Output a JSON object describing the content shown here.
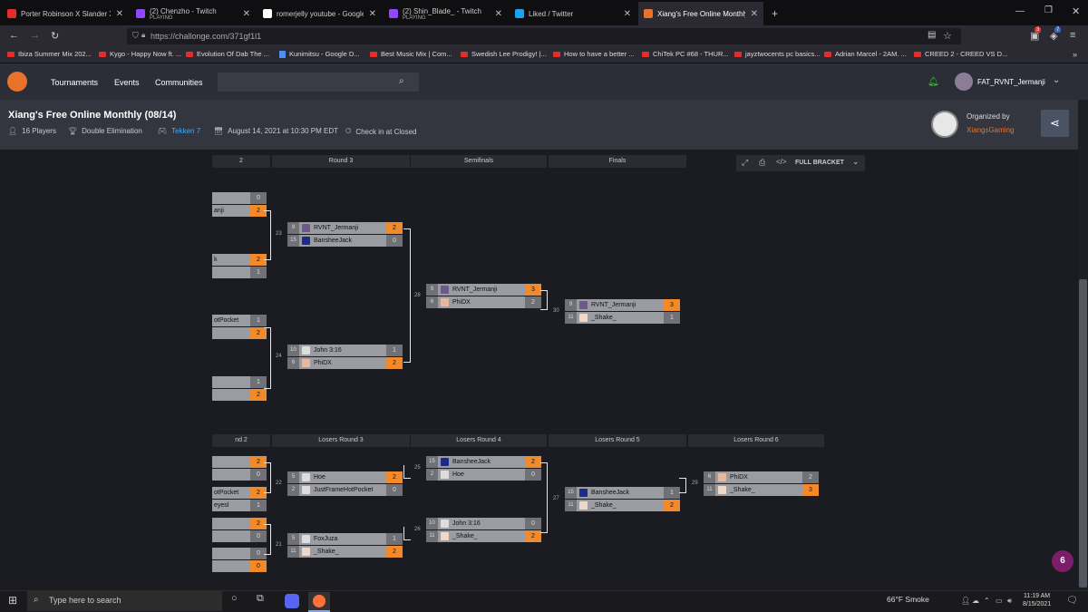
{
  "browser": {
    "tabs": [
      {
        "title": "Porter Robinson X Slander X Sa",
        "favicon_color": "#e52d27",
        "sub": ""
      },
      {
        "title": "(2) Chenzho - Twitch",
        "favicon_color": "#9146ff",
        "sub": "PLAYING"
      },
      {
        "title": "romerjelly youtube - Google Se",
        "favicon_color": "#ffffff",
        "sub": ""
      },
      {
        "title": "(2) Shin_Blade_ - Twitch",
        "favicon_color": "#9146ff",
        "sub": "PLAYING"
      },
      {
        "title": "Liked / Twitter",
        "favicon_color": "#1da1f2",
        "sub": ""
      },
      {
        "title": "Xiang's Free Online Monthly (08",
        "favicon_color": "#e8722a",
        "sub": ""
      }
    ],
    "url": "https://challonge.com/371gf1l1",
    "bookmarks": [
      {
        "label": "Ibiza Summer Mix 202...",
        "icon": "youtube-icon"
      },
      {
        "label": "Kygo - Happy Now ft. ...",
        "icon": "youtube-icon"
      },
      {
        "label": "Evolution Of Dab The ...",
        "icon": "youtube-icon"
      },
      {
        "label": "Kunimitsu - Google D...",
        "icon": "doc-icon"
      },
      {
        "label": "Best Music Mix | Com...",
        "icon": "youtube-icon"
      },
      {
        "label": "Swedish Lee Prodigy! |...",
        "icon": "youtube-icon"
      },
      {
        "label": "How to have a better ...",
        "icon": "youtube-icon"
      },
      {
        "label": "ChiTek PC #68 - THUR...",
        "icon": "youtube-icon"
      },
      {
        "label": "jayztwocents pc basics...",
        "icon": "youtube-icon"
      },
      {
        "label": "Adrian Marcel - 2AM. ...",
        "icon": "youtube-icon"
      },
      {
        "label": "CREED 2 - CREED VS D...",
        "icon": "youtube-icon"
      }
    ],
    "ext_badges": {
      "a": "3",
      "b": "7"
    }
  },
  "site": {
    "nav": [
      "Tournaments",
      "Events",
      "Communities"
    ],
    "username": "FAT_RVNT_Jermanji"
  },
  "tournament": {
    "name": "Xiang's Free Online Monthly (08/14)",
    "players": "16 Players",
    "format": "Double Elimination",
    "game": "Tekken 7",
    "date": "August 14, 2021 at 10:30 PM EDT",
    "checkin": "Check in at Closed",
    "organized_by_label": "Organized by",
    "organizer": "XiangsGaming"
  },
  "bracket_controls": {
    "full_bracket": "FULL BRACKET"
  },
  "winners": {
    "round_headers": [
      "2",
      "Round 3",
      "Semifinals",
      "Finals"
    ],
    "left_partial": [
      {
        "name": "",
        "score": "0",
        "win": false
      },
      {
        "name": "anji",
        "score": "2",
        "win": true
      },
      {
        "name": "k",
        "score": "2",
        "win": true
      },
      {
        "name": "",
        "score": "1",
        "win": false
      },
      {
        "name": "otPocket",
        "score": "1",
        "win": false
      },
      {
        "name": "",
        "score": "2",
        "win": true
      },
      {
        "name": "",
        "score": "1",
        "win": false
      },
      {
        "name": "",
        "score": "2",
        "win": true
      }
    ],
    "matches": [
      {
        "num": "23",
        "p": [
          {
            "seed": "9",
            "name": "RVNT_Jermanji",
            "score": "2",
            "win": true,
            "av": "#6b5a8a"
          },
          {
            "seed": "15",
            "name": "BansheeJack",
            "score": "0",
            "win": false,
            "av": "#1b2a8c"
          }
        ]
      },
      {
        "num": "24",
        "p": [
          {
            "seed": "10",
            "name": "John 3:16",
            "score": "1",
            "win": false,
            "av": "#dddddd"
          },
          {
            "seed": "6",
            "name": "PhiDX",
            "score": "2",
            "win": true,
            "av": "#e7b8a0"
          }
        ]
      },
      {
        "num": "28",
        "p": [
          {
            "seed": "9",
            "name": "RVNT_Jermanji",
            "score": "3",
            "win": true,
            "av": "#6b5a8a"
          },
          {
            "seed": "6",
            "name": "PhiDX",
            "score": "2",
            "win": false,
            "av": "#e7b8a0"
          }
        ]
      },
      {
        "num": "30",
        "p": [
          {
            "seed": "9",
            "name": "RVNT_Jermanji",
            "score": "3",
            "win": true,
            "av": "#6b5a8a"
          },
          {
            "seed": "11",
            "name": "_Shake_",
            "score": "1",
            "win": false,
            "av": "#f0d8c8"
          }
        ]
      }
    ]
  },
  "losers": {
    "round_headers": [
      "nd 2",
      "Losers Round 3",
      "Losers Round 4",
      "Losers Round 5",
      "Losers Round 6"
    ],
    "left_partial": [
      {
        "name": "",
        "score": "2",
        "win": true
      },
      {
        "name": "",
        "score": "0",
        "win": false
      },
      {
        "name": "otPocket",
        "score": "2",
        "win": true
      },
      {
        "name": "eyesl",
        "score": "1",
        "win": false
      },
      {
        "name": "",
        "score": "2",
        "win": true
      },
      {
        "name": "",
        "score": "0",
        "win": false
      },
      {
        "name": "",
        "score": "0",
        "win": false
      },
      {
        "name": "",
        "score": "0",
        "win": true
      }
    ],
    "matches": [
      {
        "num": "22",
        "p": [
          {
            "seed": "5",
            "name": "Hoe",
            "score": "2",
            "win": true,
            "av": "#dddddd"
          },
          {
            "seed": "2",
            "name": "JustFrameHotPocket",
            "score": "0",
            "win": false,
            "av": "#dddddd"
          }
        ]
      },
      {
        "num": "21",
        "p": [
          {
            "seed": "5",
            "name": "FoxJuza",
            "score": "1",
            "win": false,
            "av": "#dddddd"
          },
          {
            "seed": "11",
            "name": "_Shake_",
            "score": "2",
            "win": true,
            "av": "#f0d8c8"
          }
        ]
      },
      {
        "num": "25",
        "p": [
          {
            "seed": "15",
            "name": "BansheeJack",
            "score": "2",
            "win": true,
            "av": "#1b2a8c"
          },
          {
            "seed": "2",
            "name": "Hoe",
            "score": "0",
            "win": false,
            "av": "#dddddd"
          }
        ]
      },
      {
        "num": "26",
        "p": [
          {
            "seed": "10",
            "name": "John 3:16",
            "score": "0",
            "win": false,
            "av": "#dddddd"
          },
          {
            "seed": "11",
            "name": "_Shake_",
            "score": "2",
            "win": true,
            "av": "#f0d8c8"
          }
        ]
      },
      {
        "num": "27",
        "p": [
          {
            "seed": "15",
            "name": "BansheeJack",
            "score": "1",
            "win": false,
            "av": "#1b2a8c"
          },
          {
            "seed": "11",
            "name": "_Shake_",
            "score": "2",
            "win": true,
            "av": "#f0d8c8"
          }
        ]
      },
      {
        "num": "29",
        "p": [
          {
            "seed": "6",
            "name": "PhiDX",
            "score": "2",
            "win": false,
            "av": "#e7b8a0"
          },
          {
            "seed": "11",
            "name": "_Shake_",
            "score": "3",
            "win": true,
            "av": "#f0d8c8"
          }
        ]
      }
    ]
  },
  "notification_count": "6",
  "taskbar": {
    "search_placeholder": "Type here to search",
    "weather": "66°F  Smoke",
    "time": "11:19 AM",
    "date": "8/15/2021"
  },
  "colors": {
    "accent": "#e8722a",
    "win": "#f28a2c",
    "link": "#3fa9f5"
  }
}
